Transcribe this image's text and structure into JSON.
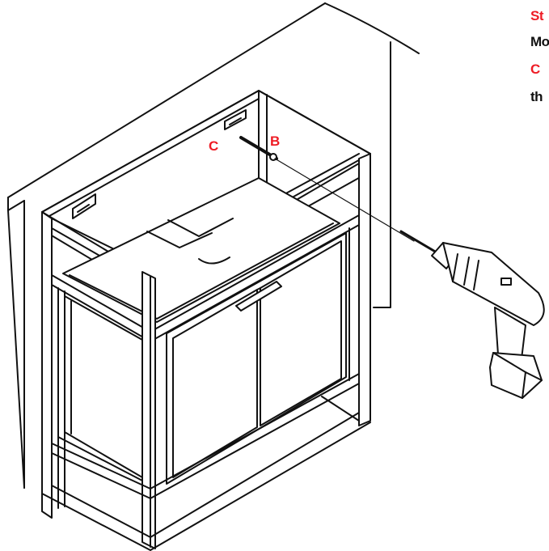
{
  "instruction": {
    "lines": [
      {
        "text": "St",
        "color": "#ee1c25"
      },
      {
        "text": "Mo",
        "color": "#111111"
      },
      {
        "text": "C",
        "color": "#ee1c25"
      },
      {
        "text": "th",
        "color": "#111111"
      }
    ]
  },
  "labels": {
    "part_c": "C",
    "part_b": "B"
  },
  "colors": {
    "accent_red": "#ee1c25",
    "line": "#111111",
    "panel": "#ffffff"
  }
}
